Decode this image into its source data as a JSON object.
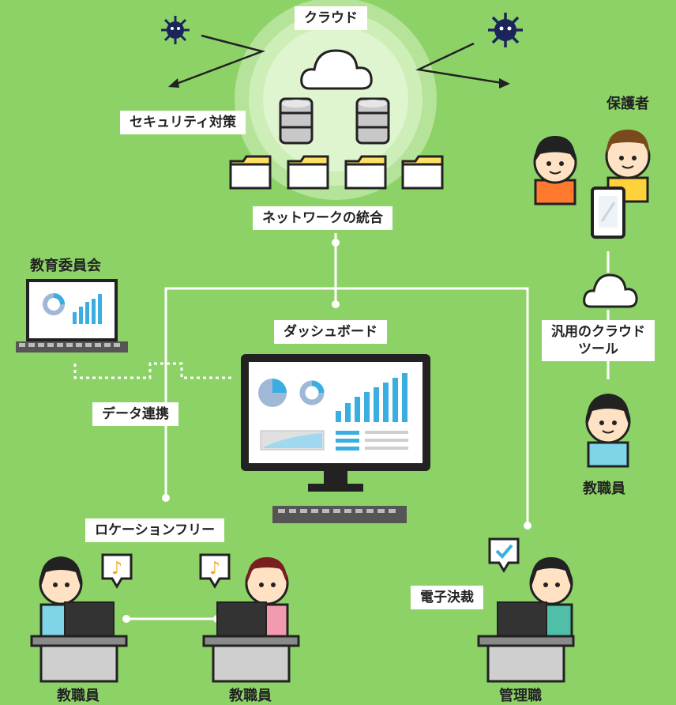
{
  "labels": {
    "cloud": "クラウド",
    "security": "セキュリティ対策",
    "network": "ネットワークの統合",
    "board": "教育委員会",
    "dashboard": "ダッシュボード",
    "data_link": "データ連携",
    "location_free": "ロケーションフリー",
    "e_approval": "電子決裁",
    "general_cloud_line1": "汎用のクラウド",
    "general_cloud_line2": "ツール",
    "guardians": "保護者",
    "staff_right": "教職員",
    "staff_left_1": "教職員",
    "staff_left_2": "教職員",
    "management": "管理職"
  },
  "colors": {
    "background": "#8dd267",
    "accent": "#3aaee0",
    "virus": "#1b2559",
    "folder": "#ffe066",
    "dark": "#222222"
  }
}
